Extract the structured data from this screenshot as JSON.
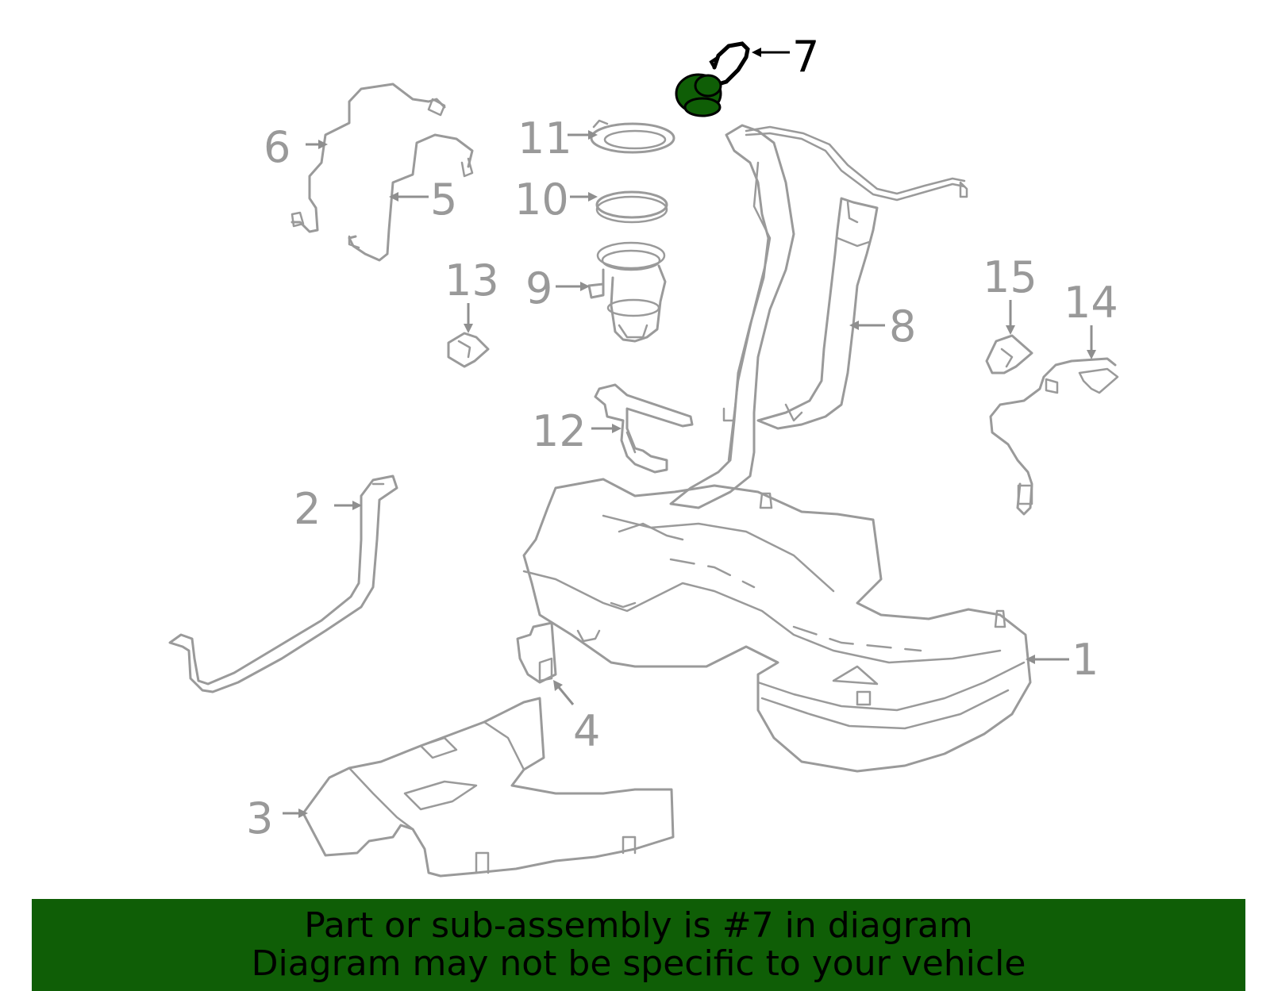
{
  "diagram": {
    "highlight_color": "#0f5e06",
    "line_color": "#9a9a9a",
    "highlighted_callout": "7",
    "callouts": [
      {
        "id": "c1",
        "label": "1"
      },
      {
        "id": "c2",
        "label": "2"
      },
      {
        "id": "c3",
        "label": "3"
      },
      {
        "id": "c4",
        "label": "4"
      },
      {
        "id": "c5",
        "label": "5"
      },
      {
        "id": "c6",
        "label": "6"
      },
      {
        "id": "c7",
        "label": "7"
      },
      {
        "id": "c8",
        "label": "8"
      },
      {
        "id": "c9",
        "label": "9"
      },
      {
        "id": "c10",
        "label": "10"
      },
      {
        "id": "c11",
        "label": "11"
      },
      {
        "id": "c12",
        "label": "12"
      },
      {
        "id": "c13",
        "label": "13"
      },
      {
        "id": "c14",
        "label": "14"
      },
      {
        "id": "c15",
        "label": "15"
      }
    ]
  },
  "banner": {
    "line1": "Part or sub-assembly is #7 in diagram",
    "line2": "Diagram may not be specific to your vehicle",
    "background": "#0f5e06"
  }
}
